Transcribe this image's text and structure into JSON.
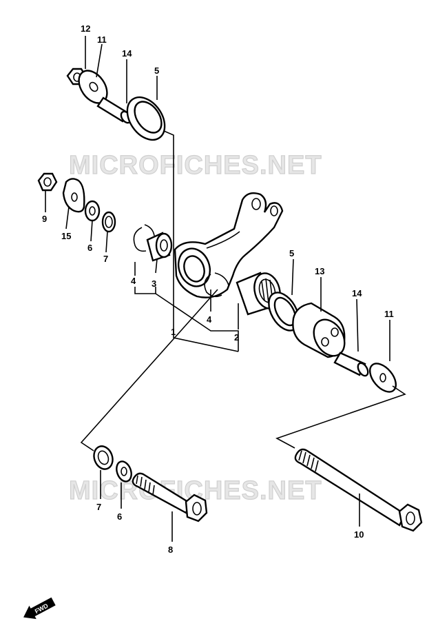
{
  "watermark": {
    "text": "MICROFICHES.NET"
  },
  "callouts": [
    {
      "id": "c12a",
      "label": "12"
    },
    {
      "id": "c11a",
      "label": "11"
    },
    {
      "id": "c14a",
      "label": "14"
    },
    {
      "id": "c5a",
      "label": "5"
    },
    {
      "id": "c9",
      "label": "9"
    },
    {
      "id": "c15",
      "label": "15"
    },
    {
      "id": "c6a",
      "label": "6"
    },
    {
      "id": "c7a",
      "label": "7"
    },
    {
      "id": "c4a",
      "label": "4"
    },
    {
      "id": "c3",
      "label": "3"
    },
    {
      "id": "c4b",
      "label": "4"
    },
    {
      "id": "c1",
      "label": "1"
    },
    {
      "id": "c2",
      "label": "2"
    },
    {
      "id": "c5b",
      "label": "5"
    },
    {
      "id": "c13",
      "label": "13"
    },
    {
      "id": "c14b",
      "label": "14"
    },
    {
      "id": "c11b",
      "label": "11"
    },
    {
      "id": "c7b",
      "label": "7"
    },
    {
      "id": "c6b",
      "label": "6"
    },
    {
      "id": "c8",
      "label": "8"
    },
    {
      "id": "c10",
      "label": "10"
    }
  ],
  "direction_badge": {
    "label": "FWD"
  }
}
